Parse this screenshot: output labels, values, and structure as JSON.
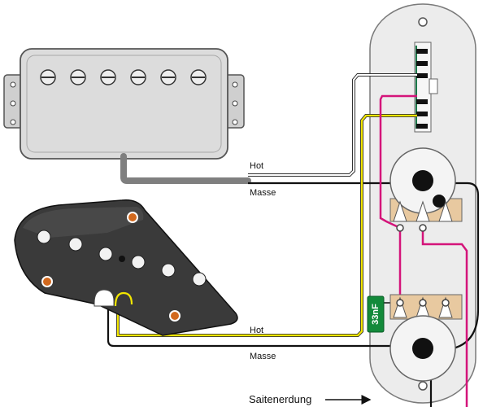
{
  "labels": {
    "neck_hot": "Hot",
    "neck_ground": "Masse",
    "bridge_hot": "Hot",
    "bridge_ground": "Masse",
    "string_ground": "Saitenerdung",
    "capacitor": "33nF"
  },
  "colors": {
    "hot_neck_wire": "#ffffff",
    "hot_bridge_wire": "#f2e600",
    "signal_wire": "#d4147a",
    "ground_wire": "#111111",
    "capacitor_body": "#138a3a",
    "control_plate": "#ececec",
    "humbucker_cover": "#d9d9d9",
    "single_coil_body": "#3a3a3a",
    "pot_lug": "#e8c9a0"
  },
  "icons": [
    "screw-icon",
    "pole-piece-icon",
    "mounting-hole-icon",
    "pot-knob-icon"
  ]
}
